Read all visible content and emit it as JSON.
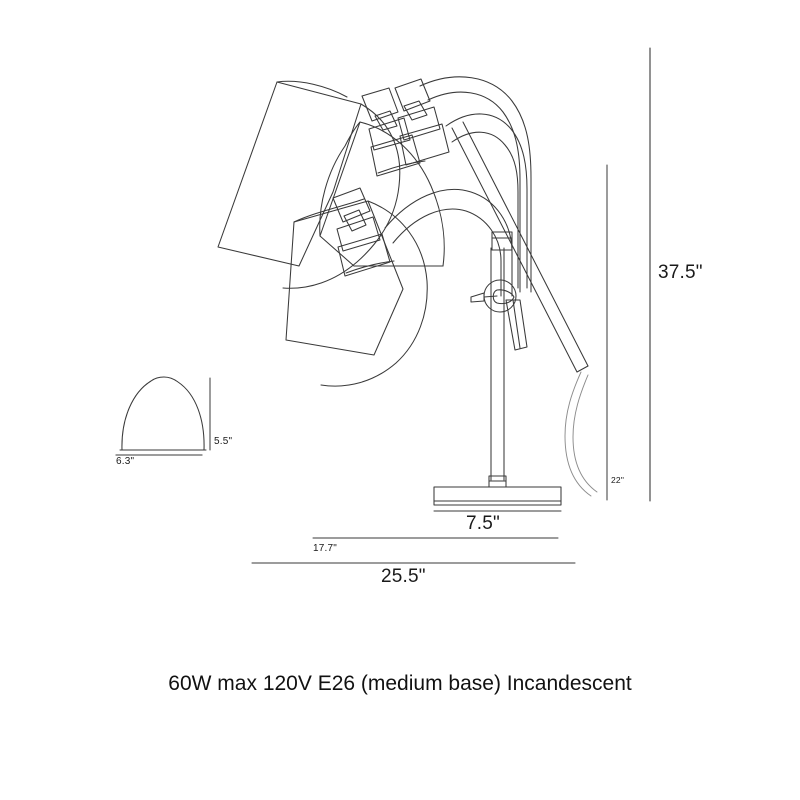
{
  "sheet": {
    "title": "Table lamp dimension drawing",
    "background_color": "#ffffff",
    "line_color": "#3a3a3a",
    "text_color": "#1a1a1a"
  },
  "product": {
    "type": "adjustable arm table lamp",
    "views": [
      "three-position side elevation",
      "shade profile detail"
    ]
  },
  "dimensions": {
    "overall_height": "37.5\"",
    "cord_height": "22\"",
    "base_diameter": "7.5\"",
    "mid_reach": "17.7\"",
    "max_reach": "25.5\"",
    "shade_width": "6.3\"",
    "shade_height": "5.5\""
  },
  "spec": {
    "bulb_caption": "60W max 120V E26 (medium base) Incandescent"
  },
  "icons": {
    "lamp": "lamp-elevation-icon",
    "shade_profile": "shade-profile-icon"
  }
}
